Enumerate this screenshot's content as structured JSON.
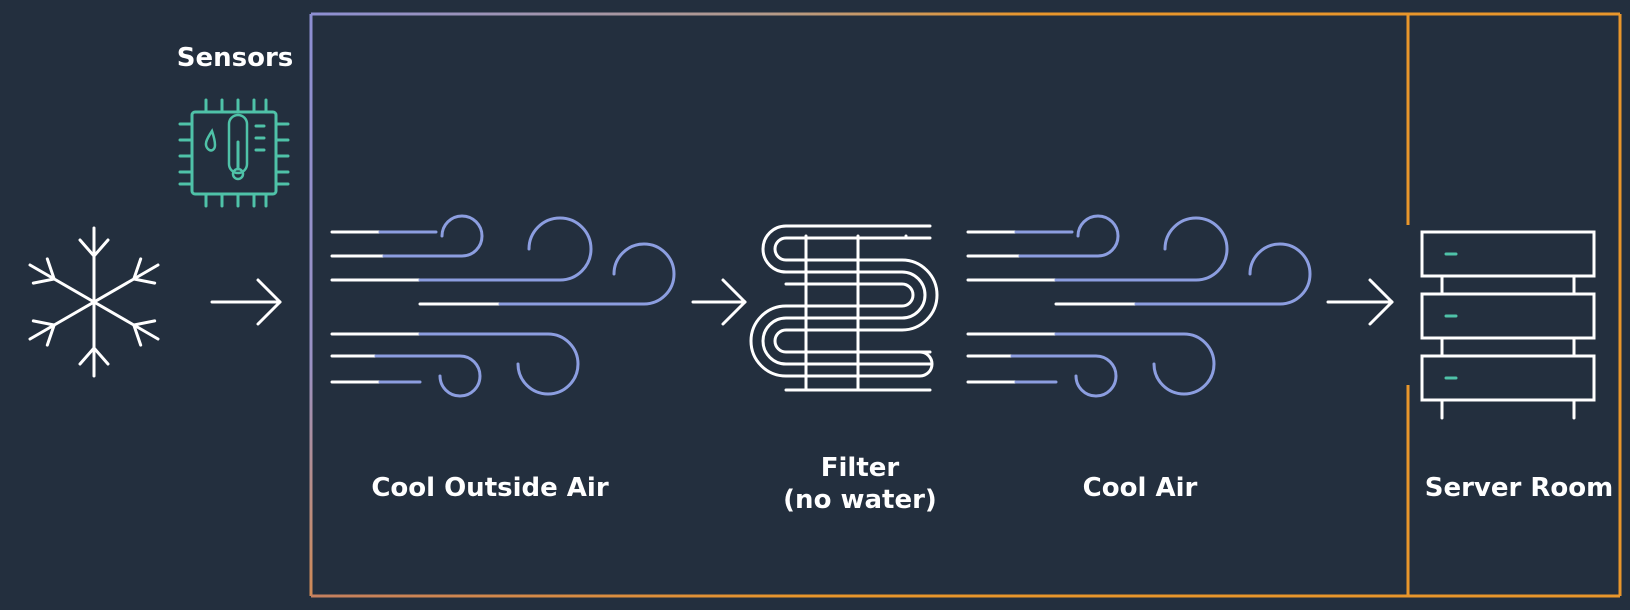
{
  "labels": {
    "sensors": "Sensors",
    "cool_outside_air": "Cool Outside Air",
    "filter_line1": "Filter",
    "filter_line2": "(no water)",
    "cool_air": "Cool Air",
    "server_room": "Server Room"
  },
  "colors": {
    "background": "#232f3e",
    "boundary_orange": "#e8962b",
    "boundary_purple": "#8d8fd3",
    "airflow_blue": "#8c9ee0",
    "sensor_teal": "#4fc2a8",
    "icon_white": "#ffffff"
  },
  "icons": {
    "cold": "snowflake-icon",
    "sensor": "sensor-chip-thermometer-icon",
    "airflow": "wind-icon",
    "filter": "filter-coil-icon",
    "server": "server-rack-icon"
  }
}
